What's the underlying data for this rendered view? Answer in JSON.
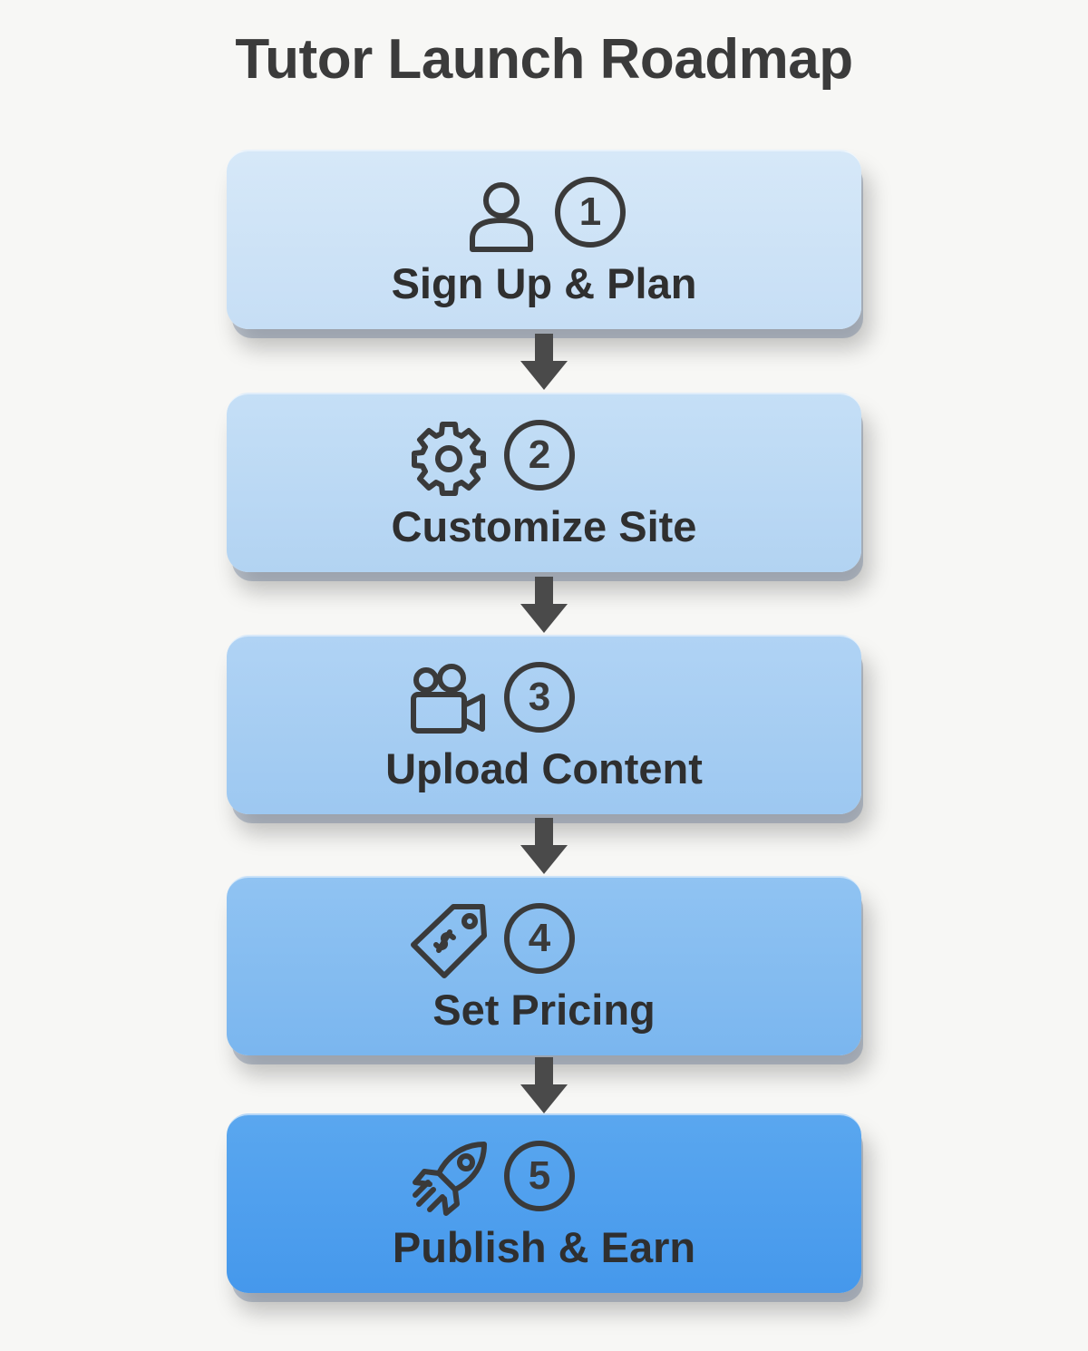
{
  "title": "Tutor Launch Roadmap",
  "colors": {
    "text": "#2f2f2f",
    "icon": "#3a3a3a",
    "arrow": "#4a4a4a",
    "step_fills": [
      "#cfe2f6",
      "#bcd9f4",
      "#a6cdf2",
      "#85bcf0",
      "#4fa0ee"
    ]
  },
  "steps": [
    {
      "number": "1",
      "label": "Sign Up & Plan",
      "icon": "user-icon"
    },
    {
      "number": "2",
      "label": "Customize Site",
      "icon": "gear-icon"
    },
    {
      "number": "3",
      "label": "Upload Content",
      "icon": "video-camera-icon"
    },
    {
      "number": "4",
      "label": "Set Pricing",
      "icon": "price-tag-icon"
    },
    {
      "number": "5",
      "label": "Publish & Earn",
      "icon": "rocket-icon"
    }
  ]
}
